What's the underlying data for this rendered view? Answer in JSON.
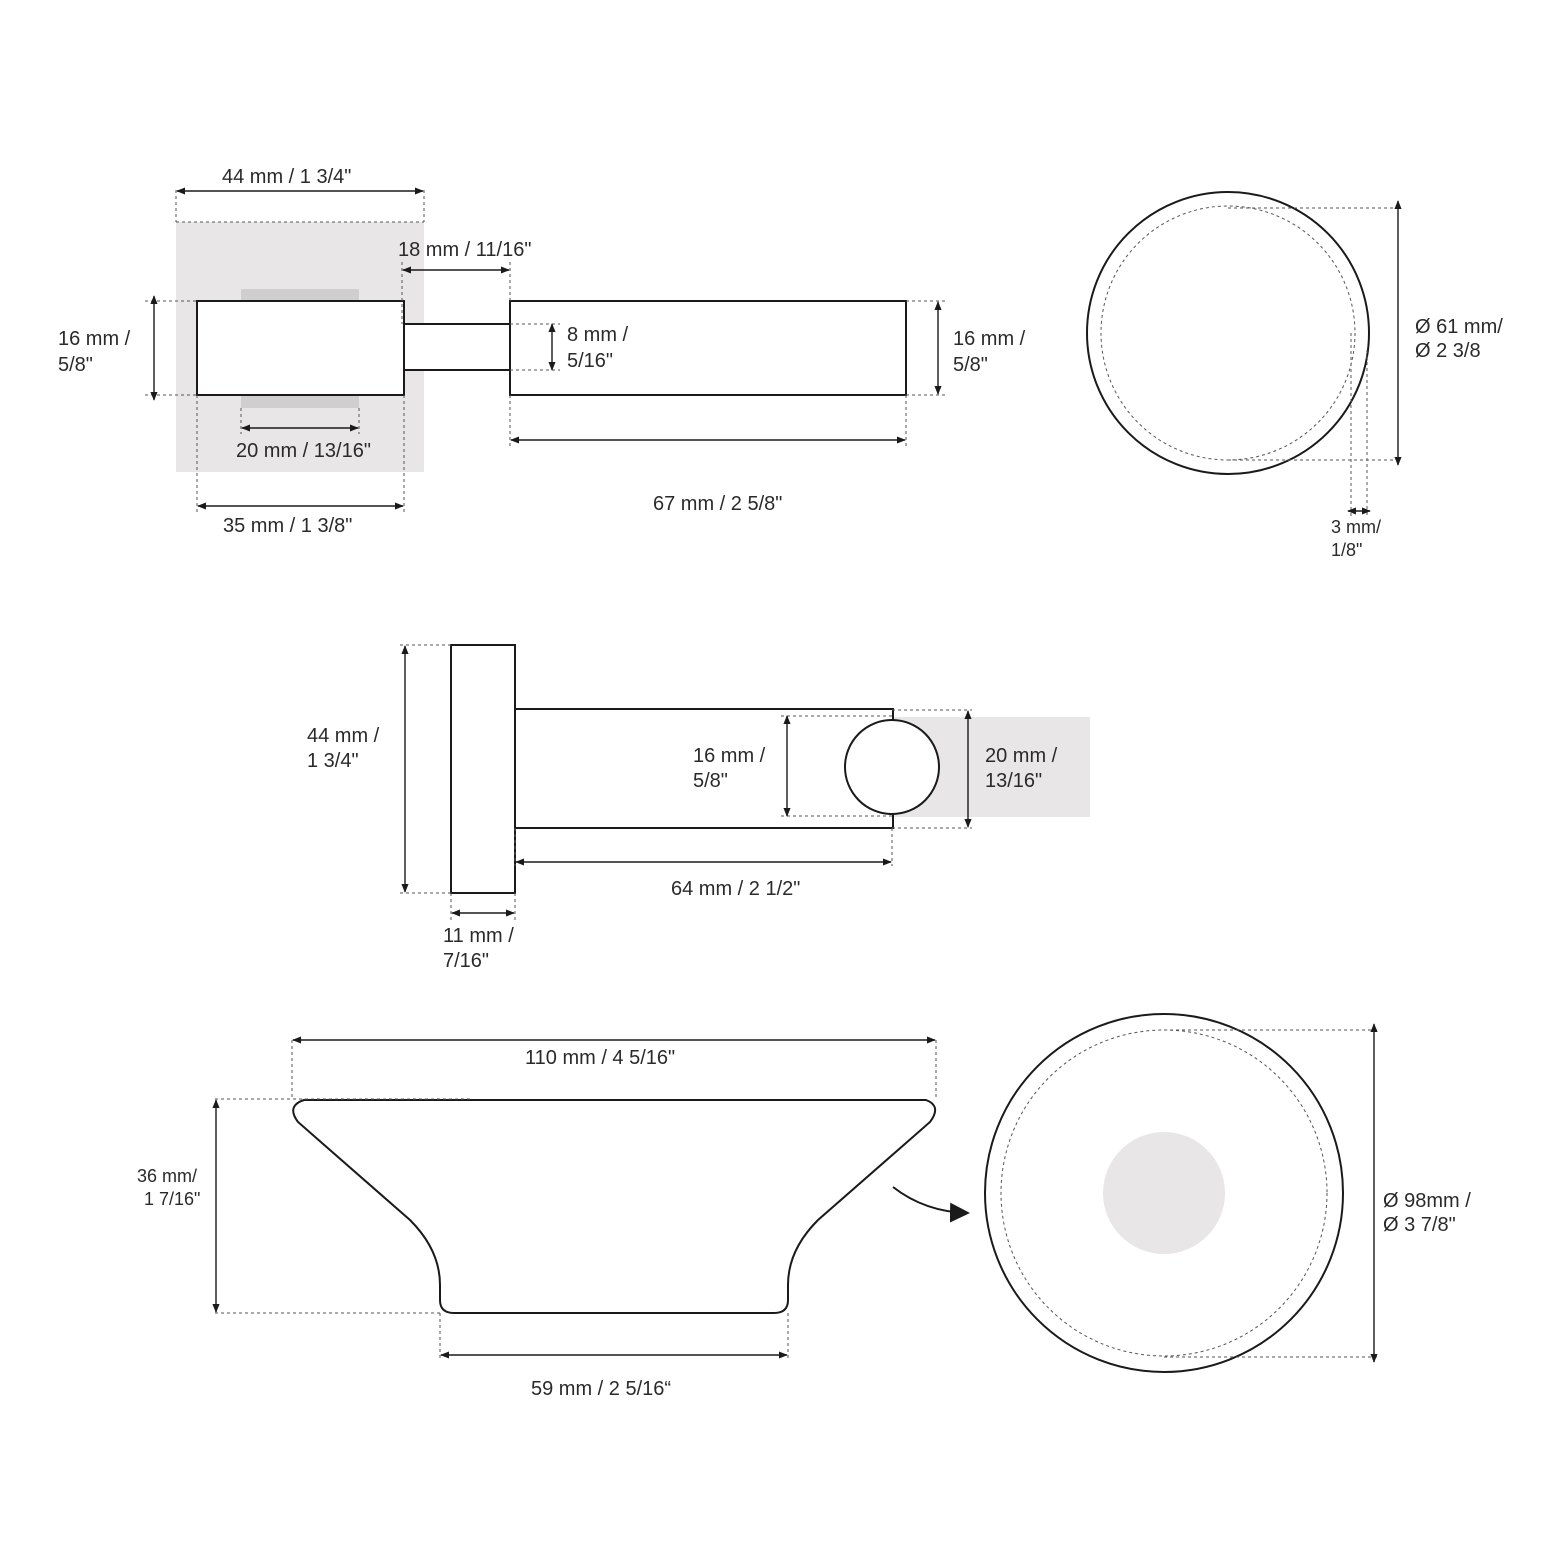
{
  "colors": {
    "line": "#1a1a1a",
    "shade": "#e8e6e7",
    "shade_dark": "#d0cecf",
    "background": "#ffffff"
  },
  "top_view": {
    "base_width": "44 mm /  1  3/4\"",
    "gap": "18 mm / 11/16\"",
    "height_left_1": "16 mm /",
    "height_left_2": "5/8\"",
    "inner_1": "8 mm /",
    "inner_2": "5/16\"",
    "height_right_1": "16 mm /",
    "height_right_2": "5/8\"",
    "inner_width": "20 mm / 13/16\"",
    "body_width": "35 mm /  1  3/8\"",
    "arm_length": "67 mm /  2  5/8\""
  },
  "end_view": {
    "diameter_1": "Ø 61 mm/",
    "diameter_2": "Ø 2  3/8",
    "wall_1": "3 mm/",
    "wall_2": "1/8\""
  },
  "side_view": {
    "height_1": "44 mm /",
    "height_2": "1  3/4\"",
    "arm_1": "16 mm /",
    "arm_2": "5/8\"",
    "holder_1": "20 mm /",
    "holder_2": "13/16\"",
    "arm_length": "64 mm / 2  1/2\"",
    "plate_1": "11 mm /",
    "plate_2": "7/16\""
  },
  "dish_side": {
    "width": "110 mm /  4  5/16\"",
    "height_1": "36 mm/",
    "height_2": "1  7/16\"",
    "base": "59 mm / 2  5/16“"
  },
  "dish_top": {
    "diameter_1": "Ø 98mm  /",
    "diameter_2": "Ø 3  7/8\""
  }
}
